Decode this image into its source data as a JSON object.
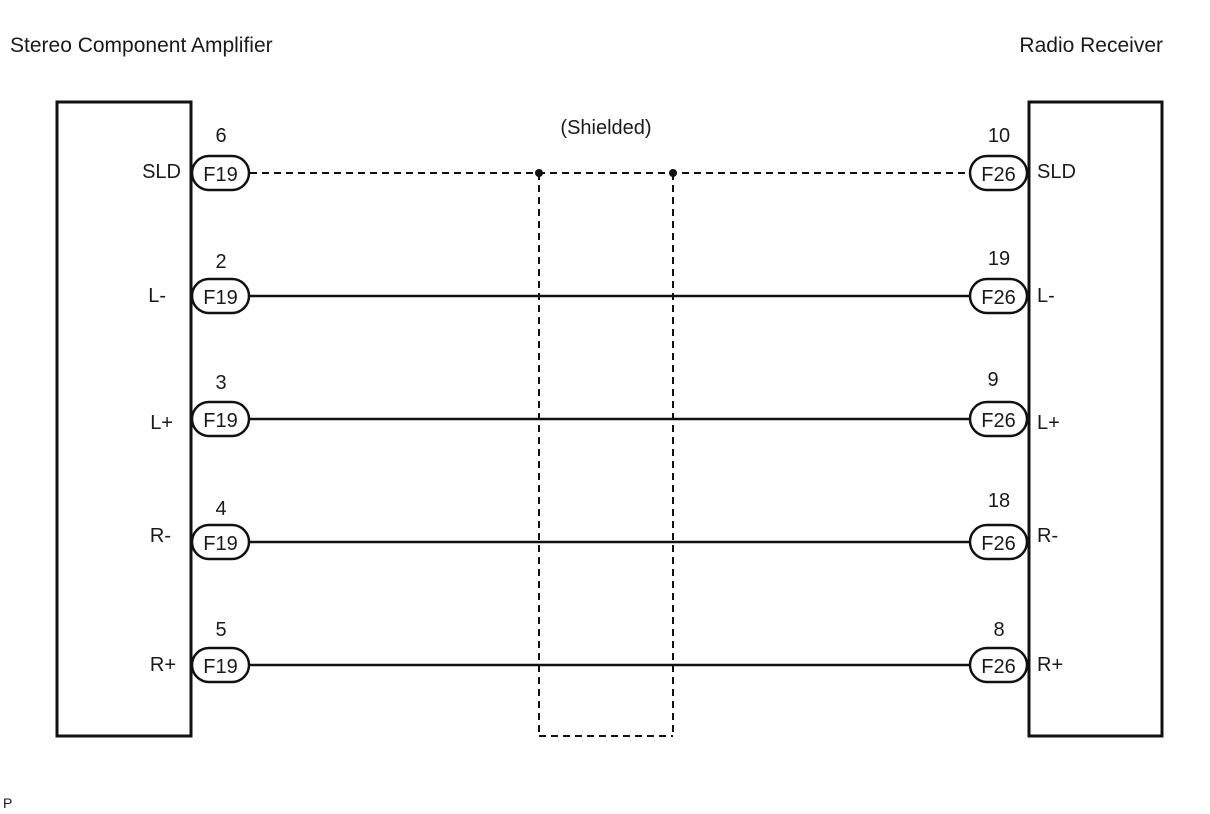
{
  "left_component": {
    "title": "Stereo Component Amplifier",
    "connector": "F19"
  },
  "right_component": {
    "title": "Radio Receiver",
    "connector": "F26"
  },
  "shield_label": "(Shielded)",
  "footer_code": "P",
  "wires": [
    {
      "signal": "SLD",
      "left_pin": "6",
      "right_pin": "10",
      "style": "dashed"
    },
    {
      "signal": "L-",
      "left_pin": "2",
      "right_pin": "19",
      "style": "solid"
    },
    {
      "signal": "L+",
      "left_pin": "3",
      "right_pin": "9",
      "style": "solid"
    },
    {
      "signal": "R-",
      "left_pin": "4",
      "right_pin": "18",
      "style": "solid"
    },
    {
      "signal": "R+",
      "left_pin": "5",
      "right_pin": "8",
      "style": "solid"
    }
  ],
  "colors": {
    "line": "#111111",
    "background": "#ffffff"
  }
}
